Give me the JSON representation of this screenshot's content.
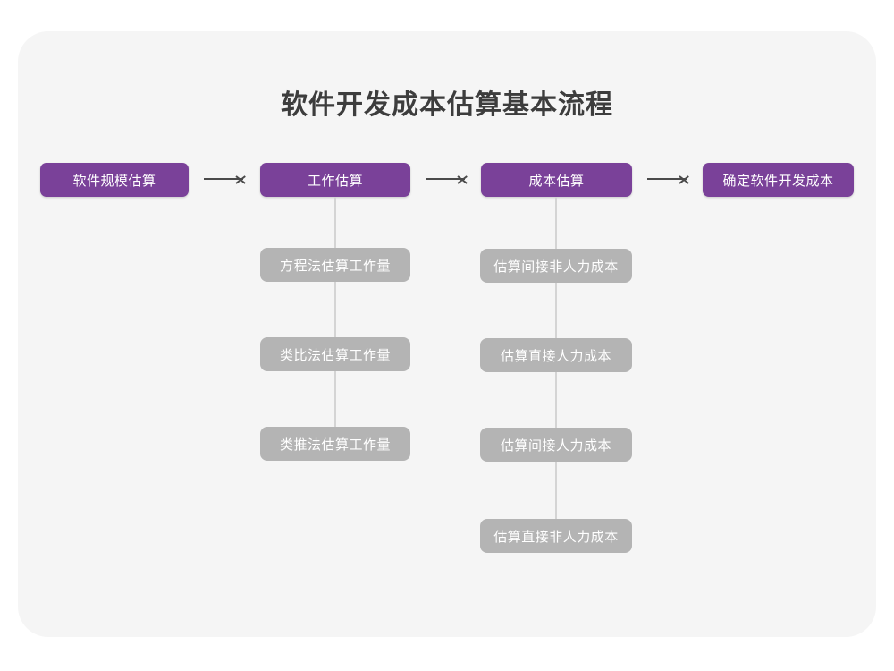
{
  "diagram": {
    "title": "软件开发成本估算基本流程",
    "colors": {
      "primary": "#7a4199",
      "secondary": "#b4b4b4",
      "card_background": "#f5f5f5",
      "page_background": "#ffffff",
      "title_text": "#3d3d3d",
      "connector": "#d4d4d4",
      "arrow": "#4a4a4a"
    },
    "main_flow": [
      {
        "label": "软件规模估算"
      },
      {
        "label": "工作估算"
      },
      {
        "label": "成本估算"
      },
      {
        "label": "确定软件开发成本"
      }
    ],
    "arrows": [
      {
        "name": "arrow-1"
      },
      {
        "name": "arrow-2"
      },
      {
        "name": "arrow-3"
      }
    ],
    "branches": [
      {
        "parent": "工作估算",
        "items": [
          {
            "label": "方程法估算工作量"
          },
          {
            "label": "类比法估算工作量"
          },
          {
            "label": "类推法估算工作量"
          }
        ]
      },
      {
        "parent": "成本估算",
        "items": [
          {
            "label": "估算间接非人力成本"
          },
          {
            "label": "估算直接人力成本"
          },
          {
            "label": "估算间接人力成本"
          },
          {
            "label": "估算直接非人力成本"
          }
        ]
      }
    ]
  }
}
